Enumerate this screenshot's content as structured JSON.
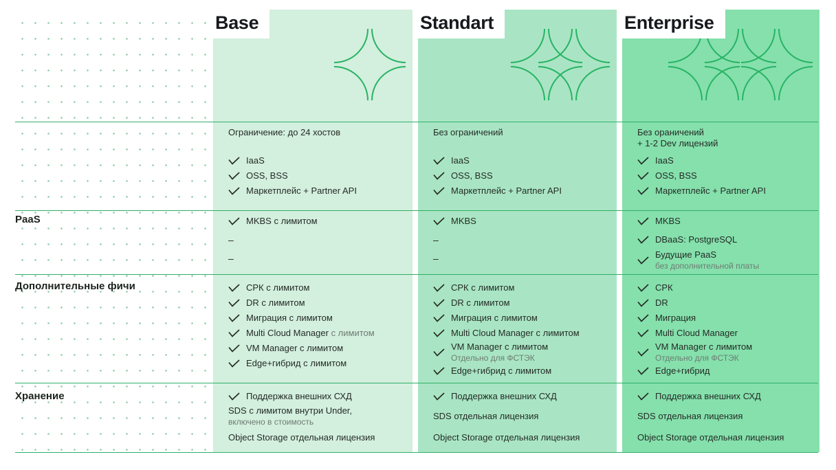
{
  "colors": {
    "column_bgs": [
      "#d3efde",
      "#a9e5c4",
      "#85e0ac"
    ],
    "line": "#2fae68",
    "icon_stroke": "#27b363",
    "dot": "#8cccа7",
    "dot_safe": "#8cccA7",
    "text_dark": "#242b26",
    "text_gray": "#6f7b73"
  },
  "sidebar": {
    "labels": [
      {
        "text": "PaaS"
      },
      {
        "text": "Дополнительные фичи"
      },
      {
        "text": "Хранение"
      }
    ]
  },
  "columns": [
    {
      "title": "Base",
      "stars": 1,
      "bands": [
        {
          "items": [
            {
              "type": "text",
              "text": "Ограничение: до 24 хостов"
            },
            {
              "type": "check",
              "text": "IaaS"
            },
            {
              "type": "check",
              "text": "OSS, BSS"
            },
            {
              "type": "check",
              "text": "Маркетплейс + Partner API"
            }
          ]
        },
        {
          "items": [
            {
              "type": "check",
              "text": "MKBS с лимитом"
            },
            {
              "type": "dash",
              "text": "–"
            },
            {
              "type": "dash",
              "text": "–"
            }
          ]
        },
        {
          "items": [
            {
              "type": "check",
              "text": "СРК с лимитом"
            },
            {
              "type": "check",
              "text": "DR с лимитом"
            },
            {
              "type": "check",
              "text": "Миграция с лимитом"
            },
            {
              "type": "check",
              "text": "Multi Cloud Manager",
              "gray_suffix": " с лимитом"
            },
            {
              "type": "check",
              "text": "VM Manager с лимитом"
            },
            {
              "type": "check",
              "text": "Edge+гибрид с лимитом"
            }
          ]
        },
        {
          "items": [
            {
              "type": "check",
              "text": "Поддержка внешних СХД"
            },
            {
              "type": "text",
              "text": "SDS с лимитом внутри Under,",
              "sub": "включено в стоимость"
            },
            {
              "type": "text",
              "text": "Object Storage отдельная лицензия"
            }
          ]
        }
      ]
    },
    {
      "title": "Standart",
      "stars": 2,
      "bands": [
        {
          "items": [
            {
              "type": "text",
              "text": "Без ограничений"
            },
            {
              "type": "check",
              "text": "IaaS"
            },
            {
              "type": "check",
              "text": "OSS, BSS"
            },
            {
              "type": "check",
              "text": "Маркетплейс + Partner API"
            }
          ]
        },
        {
          "items": [
            {
              "type": "check",
              "text": "MKBS"
            },
            {
              "type": "dash",
              "text": "–"
            },
            {
              "type": "dash",
              "text": "–"
            }
          ]
        },
        {
          "items": [
            {
              "type": "check",
              "text": "СРК с лимитом"
            },
            {
              "type": "check",
              "text": "DR с лимитом"
            },
            {
              "type": "check",
              "text": "Миграция с лимитом"
            },
            {
              "type": "check",
              "text": "Multi Cloud Manager с лимитом"
            },
            {
              "type": "check",
              "text": "VM Manager с лимитом",
              "sub": "Отдельно для ФСТЭК"
            },
            {
              "type": "check",
              "text": "Edge+гибрид с лимитом"
            }
          ]
        },
        {
          "items": [
            {
              "type": "check",
              "text": "Поддержка внешних СХД"
            },
            {
              "type": "text",
              "text": "SDS отдельная лицензия"
            },
            {
              "type": "text",
              "text": "Object Storage отдельная лицензия"
            }
          ]
        }
      ]
    },
    {
      "title": "Enterprise",
      "stars": 3,
      "bands": [
        {
          "items": [
            {
              "type": "text",
              "text": "Без ораничений\n+ 1-2 Dev лицензий"
            },
            {
              "type": "check",
              "text": "IaaS"
            },
            {
              "type": "check",
              "text": "OSS, BSS"
            },
            {
              "type": "check",
              "text": "Маркетплейс + Partner API"
            }
          ]
        },
        {
          "items": [
            {
              "type": "check",
              "text": "MKBS"
            },
            {
              "type": "check",
              "text": "DBaaS: PostgreSQL"
            },
            {
              "type": "check",
              "text": "Будущие PaaS",
              "sub": "без дополнительной платы"
            }
          ]
        },
        {
          "items": [
            {
              "type": "check",
              "text": "СРК"
            },
            {
              "type": "check",
              "text": "DR"
            },
            {
              "type": "check",
              "text": "Миграция"
            },
            {
              "type": "check",
              "text": "Multi Cloud Manager"
            },
            {
              "type": "check",
              "text": "VM Manager с лимитом",
              "sub": "Отдельно для ФСТЭК"
            },
            {
              "type": "check",
              "text": "Edge+гибрид"
            }
          ]
        },
        {
          "items": [
            {
              "type": "check",
              "text": "Поддержка внешних СХД"
            },
            {
              "type": "text",
              "text": "SDS отдельная лицензия"
            },
            {
              "type": "text",
              "text": "Object Storage отдельная лицензия"
            }
          ]
        }
      ]
    }
  ]
}
